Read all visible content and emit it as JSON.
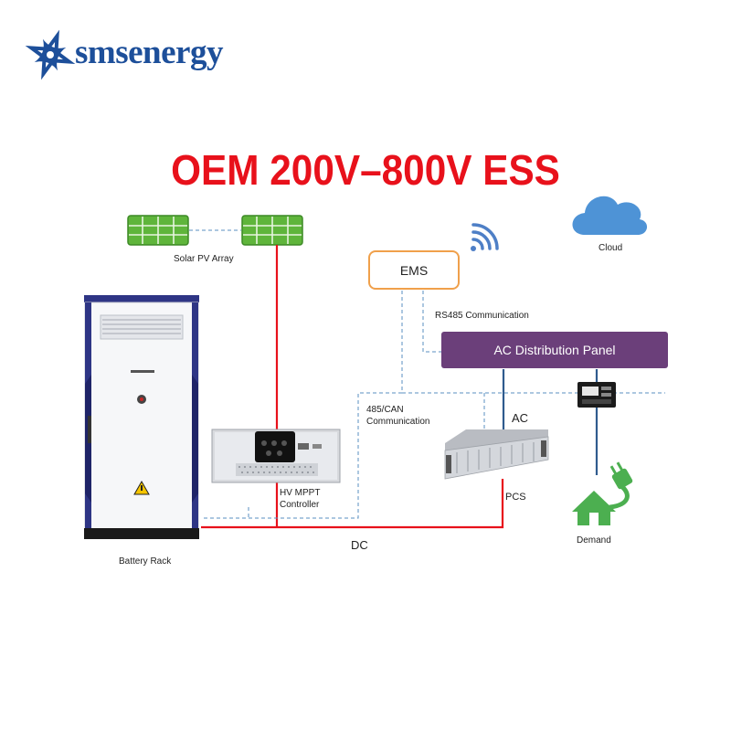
{
  "brand": {
    "name": "smsenergy",
    "logo_icon": "star-compass-logo-icon",
    "color": "#1d4f9a"
  },
  "title": "OEM 200V–800V ESS",
  "colors": {
    "title": "#e8111b",
    "dc_line": "#e8111b",
    "ac_line": "#2f5b8e",
    "comm_dashed": "#5a8fc0",
    "ems_border": "#f0a04b",
    "panel": "#6b3f7a",
    "cloud": "#4e93d6",
    "solar": "#5fb53b",
    "house": "#4caf50"
  },
  "nodes": {
    "solar": {
      "label": "Solar PV Array",
      "icon": "solar-panel-icon"
    },
    "ems": {
      "label": "EMS"
    },
    "wifi": {
      "icon": "wifi-icon"
    },
    "cloud": {
      "label": "Cloud",
      "icon": "cloud-icon"
    },
    "ac_panel": {
      "label": "AC Distribution Panel"
    },
    "meter": {
      "icon": "meter-icon"
    },
    "battery": {
      "label": "Battery Rack",
      "icon": "battery-rack-icon"
    },
    "mppt": {
      "label_line1": "HV MPPT",
      "label_line2": "Controller",
      "icon": "mppt-controller-icon"
    },
    "pcs": {
      "label": "PCS",
      "icon": "pcs-unit-icon"
    },
    "demand": {
      "label": "Demand",
      "icon": "house-plug-icon"
    }
  },
  "connections": {
    "rs485": "RS485 Communication",
    "can_line1": "485/CAN",
    "can_line2": "Communication",
    "ac": "AC",
    "dc": "DC"
  }
}
